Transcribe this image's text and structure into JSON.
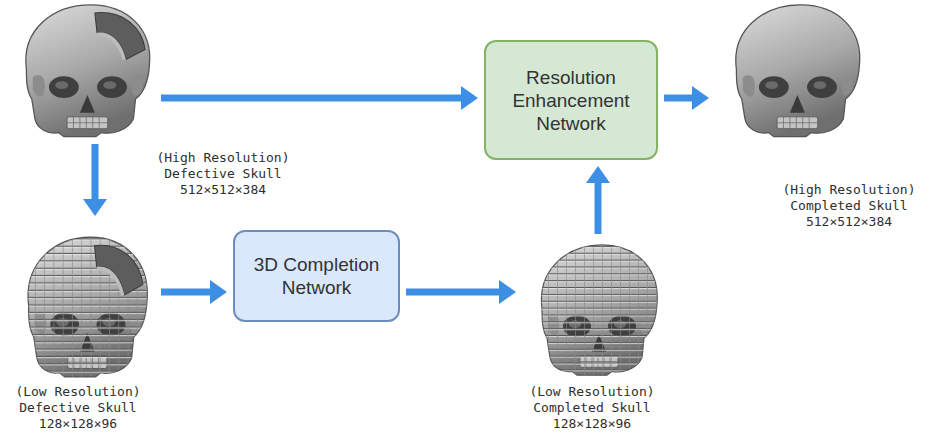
{
  "diagram": {
    "nodes": [
      {
        "text": [
          "(High Resolution) Defective Skull",
          "512×512×384"
        ]
      },
      {
        "text": [
          "(Low Resolution) Defective Skull",
          "128×128×96"
        ]
      },
      {
        "text": [
          "3D Completion Network"
        ]
      },
      {
        "text": [
          "(Low Resolution) Completed Skull",
          "128×128×96"
        ]
      },
      {
        "text": [
          "Resolution Enhancement Network"
        ]
      },
      {
        "text": [
          "(High Resolution) Completed Skull",
          "512×512×384"
        ]
      }
    ],
    "edges": [
      {
        "from": 0,
        "to": 4,
        "arrow": "to"
      },
      {
        "from": 0,
        "to": 1,
        "arrow": "to"
      },
      {
        "from": 1,
        "to": 2,
        "arrow": "to"
      },
      {
        "from": 2,
        "to": 3,
        "arrow": "to"
      },
      {
        "from": 3,
        "to": 4,
        "arrow": "to"
      },
      {
        "from": 4,
        "to": 5,
        "arrow": "to"
      }
    ]
  }
}
